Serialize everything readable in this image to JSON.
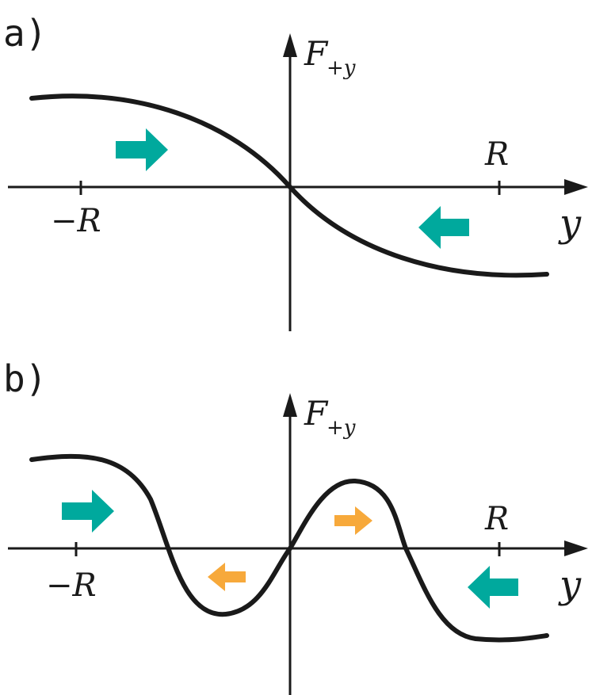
{
  "panels": [
    {
      "label": "a)",
      "y_axis_main": "F",
      "y_axis_sub": "+y",
      "x_axis_label": "y",
      "tick_neg": "−R",
      "tick_pos": "R"
    },
    {
      "label": "b)",
      "y_axis_main": "F",
      "y_axis_sub": "+y",
      "x_axis_label": "y",
      "tick_neg": "−R",
      "tick_pos": "R"
    }
  ],
  "colors": {
    "stable_arrow": "#00a99d",
    "unstable_arrow": "#f7a93b",
    "ink": "#1a1a1a"
  }
}
